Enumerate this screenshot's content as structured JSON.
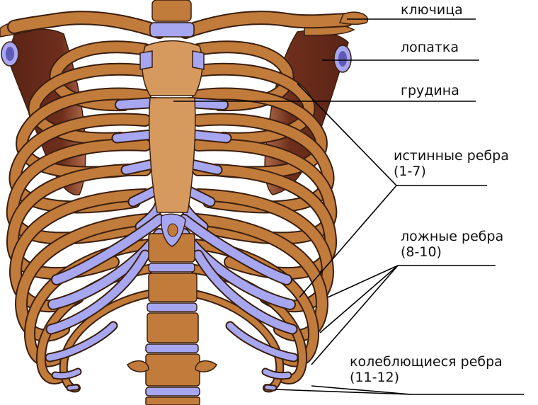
{
  "labels": {
    "clavicle": "ключица",
    "scapula": "лопатка",
    "sternum": "грудина",
    "true_ribs_line1": "истинные ребра",
    "true_ribs_line2": "(1-7)",
    "false_ribs_line1": "ложные ребра",
    "false_ribs_line2": "(8-10)",
    "floating_ribs_line1": "колеблющиеся ребра",
    "floating_ribs_line2": "(11-12)"
  },
  "colors": {
    "bone": "#c17b3b",
    "bone_dark": "#8b4a1a",
    "bone_light": "#d69a5e",
    "cartilage": "#a7a6f0",
    "cartilage_dark": "#5d5ab8",
    "scapula": "#5a2416",
    "outline": "#3a1e0e",
    "leader_line": "#000000"
  }
}
